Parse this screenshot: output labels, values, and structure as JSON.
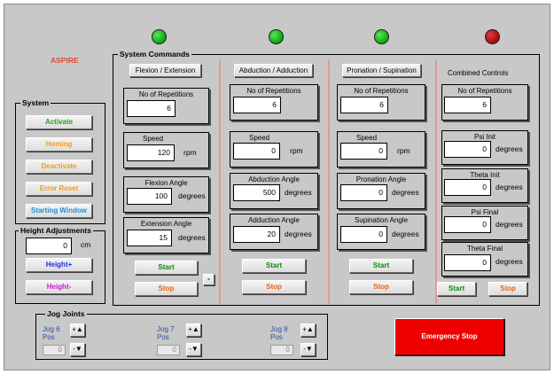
{
  "app": {
    "title": "ASPIRE",
    "title_color": "#e8482a"
  },
  "leds": [
    {
      "color": "#13b313"
    },
    {
      "color": "#13b313"
    },
    {
      "color": "#13b313"
    },
    {
      "color": "#b00e0e"
    }
  ],
  "system": {
    "title": "System",
    "buttons": [
      {
        "label": "Activate",
        "color": "#1aa51a"
      },
      {
        "label": "Homing",
        "color": "#f29a1e"
      },
      {
        "label": "Deactivate",
        "color": "#f29a1e"
      },
      {
        "label": "Error Reset",
        "color": "#f29a1e"
      },
      {
        "label": "Starting Window",
        "color": "#1e8fd6"
      }
    ]
  },
  "height": {
    "title": "Height Adjustments",
    "value": "0",
    "unit": "cm",
    "up_label": "Height+",
    "up_color": "#1f2fe0",
    "down_label": "Height-",
    "down_color": "#c81ac8"
  },
  "commands": {
    "title": "System Commands",
    "flexion": {
      "header": "Flexion / Extension",
      "reps_label": "No of Repetitions",
      "reps": "6",
      "speed_label": "Speed",
      "speed": "120",
      "speed_unit": "rpm",
      "a1_label": "Flexion Angle",
      "a1": "100",
      "a1_unit": "degrees",
      "a2_label": "Extension Angle",
      "a2": "15",
      "a2_unit": "degrees",
      "start": "Start",
      "stop": "Stop",
      "extra": "-"
    },
    "abduction": {
      "header": "Abduction / Adduction",
      "reps_label": "No of Repetitions",
      "reps": "6",
      "speed_label": "Speed",
      "speed": "0",
      "speed_unit": "rpm",
      "a1_label": "Abduction Angle",
      "a1": "500",
      "a1_unit": "degrees",
      "a2_label": "Adduction Angle",
      "a2": "20",
      "a2_unit": "degrees",
      "start": "Start",
      "stop": "Stop"
    },
    "pronation": {
      "header": "Pronation / Supination",
      "reps_label": "No of Repetitions",
      "reps": "6",
      "speed_label": "Speed",
      "speed": "0",
      "speed_unit": "rpm",
      "a1_label": "Pronation Angle",
      "a1": "0",
      "a1_unit": "degrees",
      "a2_label": "Supination Angle",
      "a2": "0",
      "a2_unit": "degrees",
      "start": "Start",
      "stop": "Stop"
    },
    "combined": {
      "header": "Combined Controls",
      "reps_label": "No of Repetitions",
      "reps": "6",
      "psi_init_label": "Psi Init",
      "psi_init": "0",
      "theta_init_label": "Theta Init",
      "theta_init": "0",
      "psi_final_label": "Psi Final",
      "psi_final": "0",
      "theta_final_label": "Theta Final",
      "theta_final": "0",
      "unit": "degrees",
      "start": "Start",
      "stop": "Stop"
    },
    "start_color": "#0c8a0c",
    "stop_color": "#e8641a"
  },
  "jog": {
    "title": "Jog Joints",
    "joints": [
      {
        "label_line1": "Jog 6",
        "label_line2": "Pos",
        "value": "0",
        "plus": "+",
        "minus": "-"
      },
      {
        "label_line1": "Jog 7",
        "label_line2": "Pos",
        "value": "0",
        "plus": "+",
        "minus": "-"
      },
      {
        "label_line1": "Jog 8",
        "label_line2": "Pos",
        "value": "0",
        "plus": "+",
        "minus": "-"
      }
    ]
  },
  "emergency": {
    "label": "Emergency Stop",
    "color": "#ee0000"
  }
}
